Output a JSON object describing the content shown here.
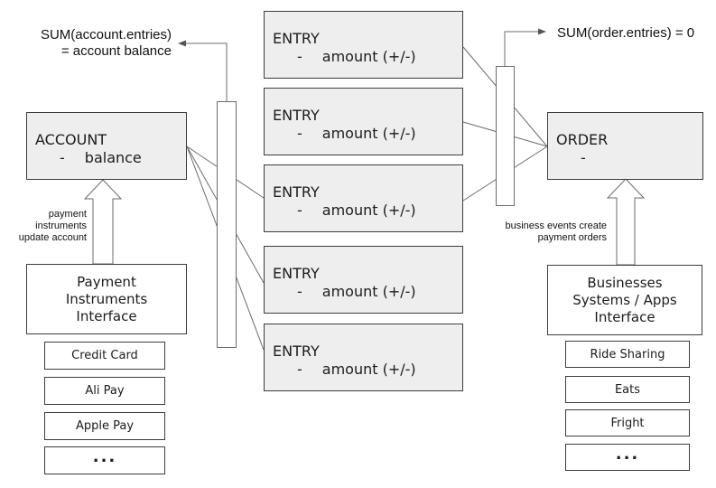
{
  "colors": {
    "box_fill": "#eeeeee",
    "box_border": "#3c3c3c",
    "connector": "#6b6b6b",
    "text": "#1c1c1c"
  },
  "annotations": {
    "sum_account_line1": "SUM(account.entries)",
    "sum_account_line2": "= account balance",
    "sum_order": "SUM(order.entries) = 0",
    "payment_note_line1": "payment",
    "payment_note_line2": "instruments",
    "payment_note_line3": "update account",
    "business_note_line1": "business events create",
    "business_note_line2": "payment orders"
  },
  "account": {
    "title": "ACCOUNT",
    "attr_dash": "-",
    "attr": "balance"
  },
  "order": {
    "title": "ORDER",
    "attr_dash": "-",
    "attr": ""
  },
  "entries": [
    {
      "title": "ENTRY",
      "attr_dash": "-",
      "attr": "amount (+/-)"
    },
    {
      "title": "ENTRY",
      "attr_dash": "-",
      "attr": "amount (+/-)"
    },
    {
      "title": "ENTRY",
      "attr_dash": "-",
      "attr": "amount (+/-)"
    },
    {
      "title": "ENTRY",
      "attr_dash": "-",
      "attr": "amount (+/-)"
    },
    {
      "title": "ENTRY",
      "attr_dash": "-",
      "attr": "amount (+/-)"
    }
  ],
  "payment_interface": {
    "title_line1": "Payment",
    "title_line2": "Instruments",
    "title_line3": "Interface",
    "items": [
      "Credit Card",
      "Ali Pay",
      "Apple Pay",
      "..."
    ]
  },
  "business_interface": {
    "title_line1": "Businesses",
    "title_line2": "Systems / Apps",
    "title_line3": "Interface",
    "items": [
      "Ride Sharing",
      "Eats",
      "Fright",
      "..."
    ]
  }
}
